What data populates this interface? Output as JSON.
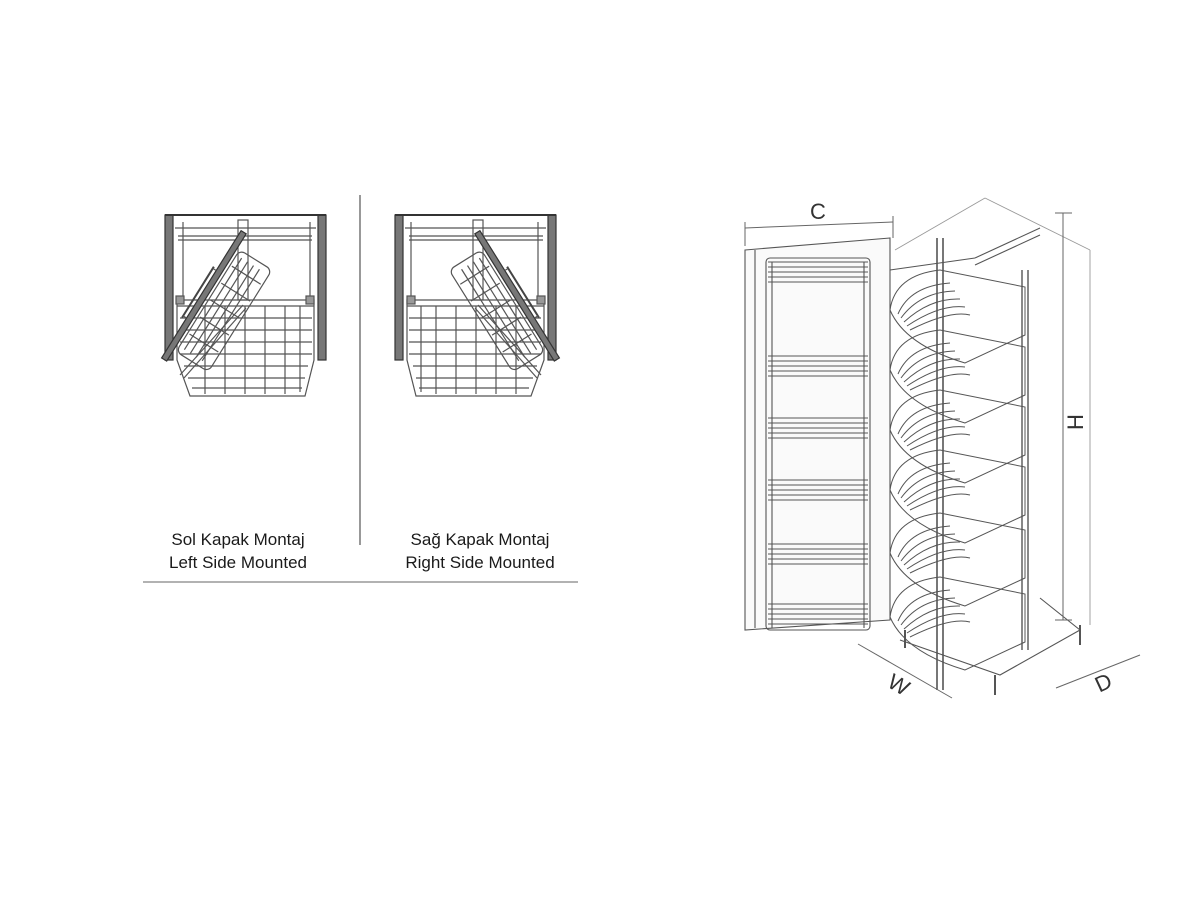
{
  "left_view": {
    "label_tr": "Sol Kapak Montaj",
    "label_en": "Left Side Mounted"
  },
  "right_view": {
    "label_tr": "Sağ Kapak Montaj",
    "label_en": "Right Side Mounted"
  },
  "dimensions": {
    "c": "C",
    "h": "H",
    "w": "W",
    "d": "D"
  },
  "colors": {
    "line": "#555555",
    "dark": "#333333",
    "panel": "#6a6a6a"
  }
}
